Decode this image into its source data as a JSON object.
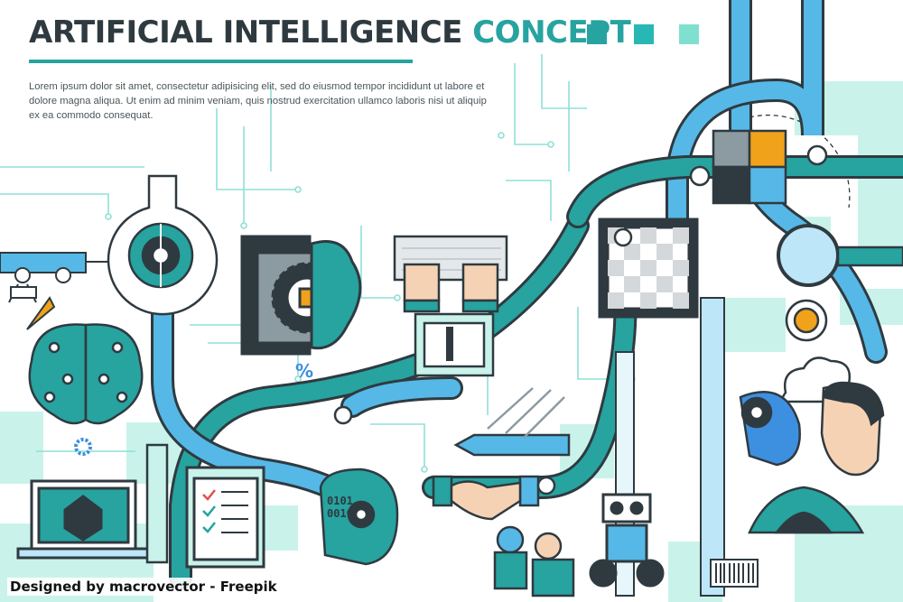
{
  "header": {
    "title_part1": "ARTIFICIAL INTELLIGENCE",
    "title_part2": "CONCEPT",
    "body": "Lorem ipsum dolor sit amet, consectetur adipisicing elit, sed do eiusmod tempor incididunt ut labore et dolore magna aliqua. Ut enim ad minim veniam, quis nostrud exercitation ullamco laboris nisi ut aliquip ex ea commodo consequat."
  },
  "credit": "Designed by macrovector - Freepik",
  "labels": {
    "percent": "%",
    "binary": "0101\n0010"
  },
  "colors": {
    "dark": "#2f3a40",
    "teal": "#27a3a0",
    "mint": "#7fe0cf",
    "light_mint": "#c9f3ea",
    "blue": "#56b8e6",
    "light_blue": "#bde6f8",
    "orange": "#f0a21a",
    "skin": "#f6d2b5"
  },
  "icons": [
    "brain-flask-icon",
    "circuit-brain-icon",
    "laptop-icon",
    "gear-head-icon",
    "keyboard-icon",
    "chess-board-icon",
    "puzzle-icon",
    "magnifier-icon",
    "lightbulb-icon",
    "robot-icon",
    "ruler-icon",
    "pencil-icon",
    "handshake-icon",
    "robot-arm-icon",
    "cloud-icon",
    "tree-icon",
    "barcode-icon",
    "gear-icon"
  ]
}
